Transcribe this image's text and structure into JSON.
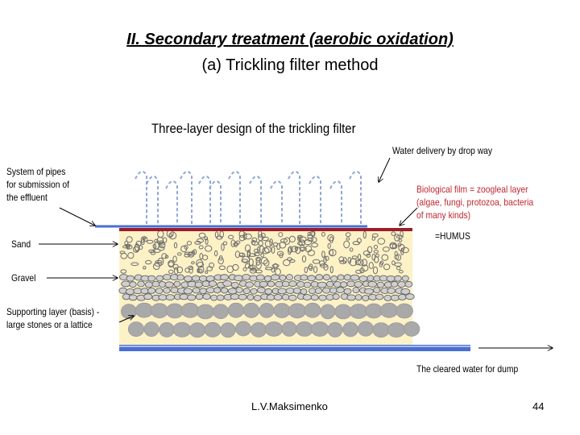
{
  "slide": {
    "title": "II. Secondary treatment (aerobic oxidation)",
    "subtitle": "(a) Trickling filter method"
  },
  "diagram": {
    "title": "Three-layer design of the trickling filter",
    "labels": {
      "water_delivery": "Water delivery by drop way",
      "pipes": [
        "System of pipes",
        "for submission of",
        "the effluent"
      ],
      "biofilm": [
        "Biological film = zoogleal layer",
        "(algae, fungi, protozoa, bacteria",
        "of many kinds)"
      ],
      "humus": "=HUMUS",
      "sand": "Sand",
      "gravel": "Gravel",
      "support": [
        "Supporting layer (basis) -",
        "large stones or a lattice"
      ],
      "cleared_water": "The cleared water for dump"
    },
    "colors": {
      "fill": "#fdf1c6",
      "biofilm": "#9b1c2c",
      "pipe": "#4a6fd1",
      "stone": "#a9a9a9",
      "label_red": "#c0262d"
    }
  },
  "footer": {
    "author": "L.V.Maksimenko",
    "page": "44"
  }
}
